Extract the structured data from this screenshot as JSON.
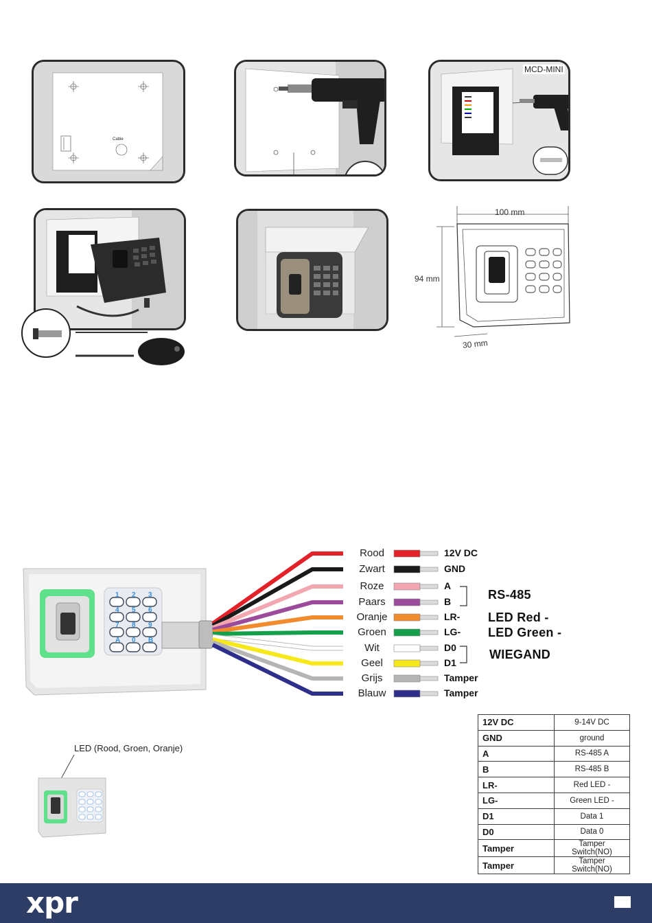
{
  "illustrations": {
    "step3_label": "MCD-MINI",
    "template": {
      "cable_label": "Cable"
    },
    "dimensions": {
      "width": "100 mm",
      "height": "94 mm",
      "depth": "30 mm"
    }
  },
  "wiring": {
    "wires": [
      {
        "color_name": "Rood",
        "signal": "12V DC",
        "hex": "#e32128"
      },
      {
        "color_name": "Zwart",
        "signal": "GND",
        "hex": "#1a1a1a"
      },
      {
        "color_name": "Roze",
        "signal": "A",
        "hex": "#f2a6b0"
      },
      {
        "color_name": "Paars",
        "signal": "B",
        "hex": "#9c4a9a"
      },
      {
        "color_name": "Oranje",
        "signal": "LR-",
        "hex": "#f28a2e"
      },
      {
        "color_name": "Groen",
        "signal": "LG-",
        "hex": "#14a04b"
      },
      {
        "color_name": "Wit",
        "signal": "D0",
        "hex": "#ffffff"
      },
      {
        "color_name": "Geel",
        "signal": "D1",
        "hex": "#f7e81c"
      },
      {
        "color_name": "Grijs",
        "signal": "Tamper",
        "hex": "#b5b5b5"
      },
      {
        "color_name": "Blauw",
        "signal": "Tamper",
        "hex": "#2e2f8a"
      }
    ],
    "groups": {
      "rs485": "RS-485",
      "led_red": "LED Red -",
      "led_green": "LED Green -",
      "wiegand": "WIEGAND"
    },
    "keypad_keys": [
      "1",
      "2",
      "3",
      "4",
      "5",
      "6",
      "7",
      "8",
      "9",
      "A",
      "0",
      "B"
    ],
    "accent_green": "#5fe08a"
  },
  "led_callout": "LED (Rood, Groen, Oranje)",
  "spec_table": [
    {
      "key": "12V DC",
      "value": "9-14V DC"
    },
    {
      "key": "GND",
      "value": "ground"
    },
    {
      "key": "A",
      "value": "RS-485 A"
    },
    {
      "key": "B",
      "value": "RS-485 B"
    },
    {
      "key": "LR-",
      "value": "Red LED -"
    },
    {
      "key": "LG-",
      "value": "Green LED -"
    },
    {
      "key": "D1",
      "value": "Data 1"
    },
    {
      "key": "D0",
      "value": "Data 0"
    },
    {
      "key": "Tamper",
      "value": "Tamper Switch(NO)"
    },
    {
      "key": "Tamper",
      "value": "Tamper Switch(NO)"
    }
  ],
  "footer": {
    "logo": "xpr",
    "brand_color": "#2e3d66"
  }
}
